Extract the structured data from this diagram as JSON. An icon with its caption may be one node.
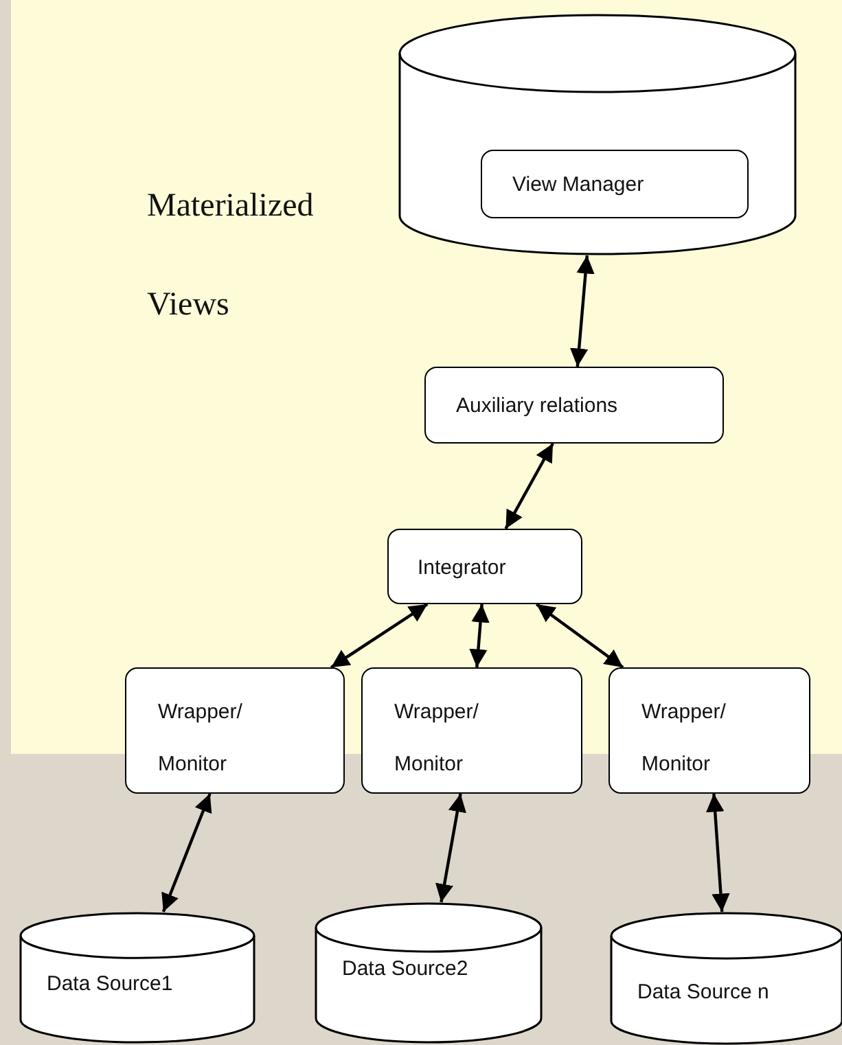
{
  "diagram": {
    "nodes": [
      {
        "text": [],
        "shape": "cylinder",
        "beside": [
          "Materialized Views"
        ]
      },
      {
        "text": [
          "View Manager"
        ],
        "in": 0
      },
      {
        "text": [
          "Auxiliary relations"
        ]
      },
      {
        "text": [
          "Integrator"
        ]
      },
      {
        "text": [
          "Wrapper/ Monitor"
        ]
      },
      {
        "text": [
          "Wrapper/ Monitor"
        ]
      },
      {
        "text": [
          "Wrapper/ Monitor"
        ]
      },
      {
        "text": [
          "Data Source1"
        ]
      },
      {
        "text": [
          "Data Source2"
        ]
      },
      {
        "text": [
          "Data Source n"
        ]
      }
    ],
    "edges": [
      {
        "from": 0,
        "to": 2,
        "arrow": "both"
      },
      {
        "from": 2,
        "to": 3,
        "arrow": "both"
      },
      {
        "from": 3,
        "to": 4,
        "arrow": "both"
      },
      {
        "from": 3,
        "to": 5,
        "arrow": "both"
      },
      {
        "from": 3,
        "to": 6,
        "arrow": "both"
      },
      {
        "from": 4,
        "to": 7,
        "arrow": "both"
      },
      {
        "from": 5,
        "to": 8,
        "arrow": "both"
      },
      {
        "from": 6,
        "to": 9,
        "arrow": "both"
      }
    ]
  }
}
